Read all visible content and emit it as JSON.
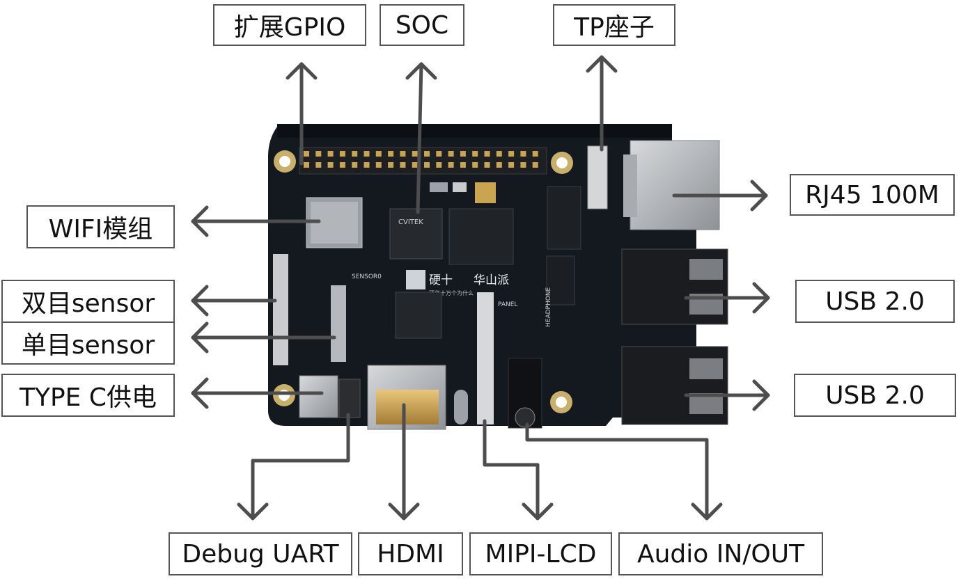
{
  "labels": {
    "gpio": "扩展GPIO",
    "soc": "SOC",
    "tp": "TP座子",
    "rj45": "RJ45 100M",
    "wifi": "WIFI模组",
    "dual_sensor": "双目sensor",
    "single_sensor": "单目sensor",
    "type_c": "TYPE C供电",
    "usb_upper": "USB 2.0",
    "usb_lower": "USB 2.0",
    "debug_uart": "Debug UART",
    "hdmi": "HDMI",
    "mipi_lcd": "MIPI-LCD",
    "audio": "Audio IN/OUT"
  },
  "board": {
    "brand": "硬十",
    "name": "华山派",
    "slogan": "硬件十万个为什么",
    "soc_marking": "CVITEK",
    "headphone_marking": "HEADPHONE",
    "panel_marking": "PANEL",
    "sensor_marking": "SENSOR0"
  },
  "colors": {
    "pcb": "#14191f",
    "arrow": "#4d4d4d",
    "box_border": "#555555",
    "metal": "#b9bcc0"
  }
}
